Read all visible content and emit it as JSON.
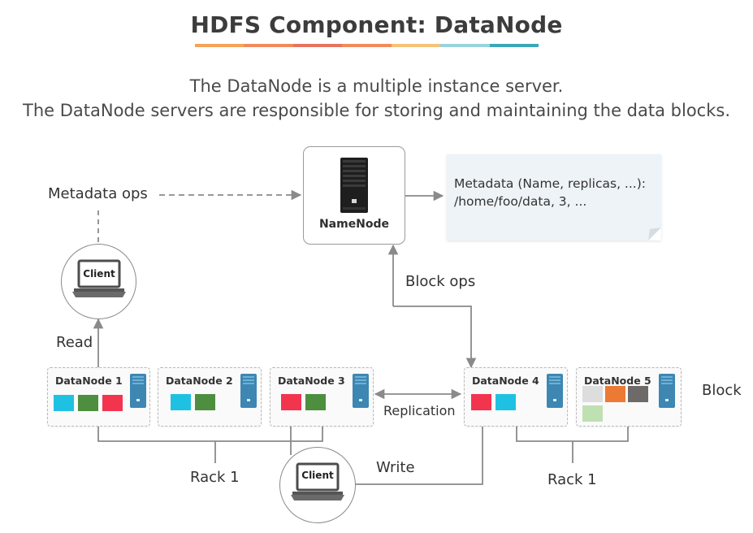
{
  "title": "HDFS Component: DataNode",
  "subtitle": {
    "line1": "The DataNode is a multiple instance server.",
    "line2": "The DataNode servers are responsible for storing and maintaining the data blocks."
  },
  "colors": {
    "underline": [
      "#f5a25a",
      "#f08a5d",
      "#e6735f",
      "#f08a5d",
      "#f5c27a",
      "#98d4dd",
      "#3aa7b8"
    ],
    "block_cyan": "#1fc1e3",
    "block_green": "#4d8f3f",
    "block_red": "#f2344f",
    "block_orange": "#ec7a35",
    "block_dark": "#6e6a6a",
    "block_grey": "#dddddd",
    "block_lightgreen": "#bfe0b2",
    "server_blue": "#3d87b2"
  },
  "namenode": {
    "label": "NameNode",
    "icon": "server-tower-icon"
  },
  "metadata_note": {
    "line1": "Metadata (Name, replicas, ...):",
    "line2": "/home/foo/data, 3, ..."
  },
  "labels": {
    "metadata_ops": "Metadata ops",
    "block_ops": "Block ops",
    "read": "Read",
    "replication": "Replication",
    "write": "Write",
    "rack1_left": "Rack 1",
    "rack1_right": "Rack 1",
    "block": "Block"
  },
  "clients": {
    "top": "Client",
    "bottom": "Client"
  },
  "datanodes": [
    {
      "label": "DataNode 1",
      "blocks": [
        "cyan",
        "green",
        "red"
      ]
    },
    {
      "label": "DataNode 2",
      "blocks": [
        "cyan",
        "green"
      ]
    },
    {
      "label": "DataNode 3",
      "blocks": [
        "red",
        "green"
      ]
    },
    {
      "label": "DataNode 4",
      "blocks": [
        "red",
        "cyan"
      ]
    },
    {
      "label": "DataNode 5",
      "blocks": [
        "grey",
        "orange",
        "dark",
        "lightgreen"
      ]
    }
  ]
}
